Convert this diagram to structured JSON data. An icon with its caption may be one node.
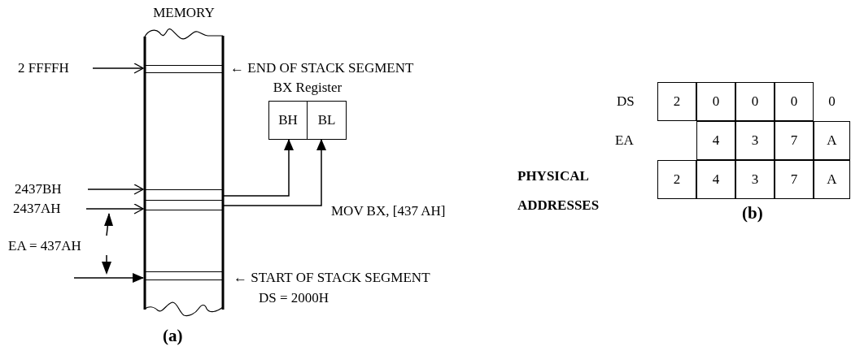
{
  "diagram": {
    "nodes": [
      {
        "text": [
          "MEMORY"
        ]
      },
      {
        "text": [],
        "shape": "bar",
        "in": 0
      },
      {
        "text": [],
        "shape": "bar",
        "in": 0
      },
      {
        "text": [],
        "shape": "bar",
        "in": 0
      },
      {
        "text": [],
        "shape": "bar",
        "in": 0
      },
      {
        "text": [
          "2 FFFFH"
        ]
      },
      {
        "text": [
          "2437BH"
        ]
      },
      {
        "text": [
          "2437AH"
        ]
      },
      {
        "text": [
          "BX Register"
        ]
      },
      {
        "text": [
          "BH"
        ],
        "in": 8
      },
      {
        "text": [
          "BL"
        ],
        "in": 8
      }
    ],
    "edges": [
      {
        "from": 5,
        "to": 1,
        "arrow": "to"
      },
      {
        "from": 6,
        "to": 2,
        "arrow": "to"
      },
      {
        "from": 7,
        "to": 3,
        "arrow": "to"
      },
      {
        "from": null,
        "to": 4,
        "arrow": "to"
      },
      {
        "from": 2,
        "to": 9,
        "arrow": "to"
      },
      {
        "from": 3,
        "to": 10,
        "arrow": "to"
      }
    ],
    "labels": [
      "← END OF STACK SEGMENT",
      "MOV BX, [437 AH]",
      "EA = 437AH",
      "← START OF STACK SEGMENT",
      "DS = 2000H",
      "(a)",
      "DS",
      "2",
      "0",
      "0",
      "0",
      "0",
      "EA",
      "4",
      "3",
      "7",
      "A",
      "PHYSICAL ADDRESSES",
      "2",
      "4",
      "3",
      "7",
      "A",
      "(b)"
    ]
  }
}
